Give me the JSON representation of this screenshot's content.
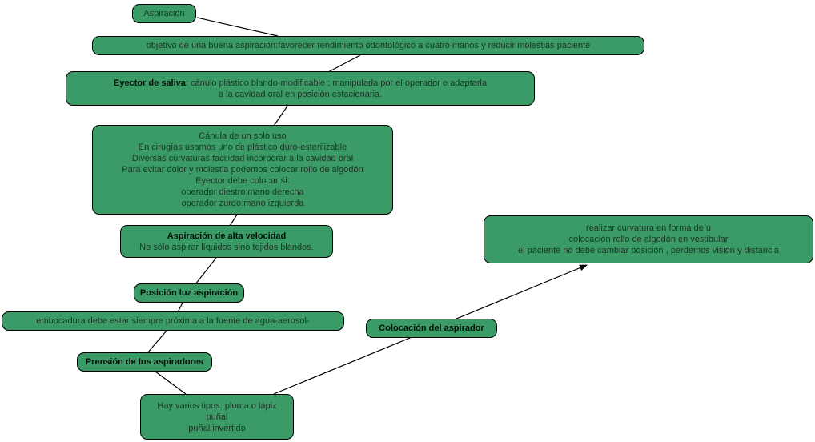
{
  "colors": {
    "node_fill": "#3a9b66",
    "node_border": "#000000",
    "connector": "#000000",
    "text": "#1b3527"
  },
  "nodes": {
    "aspiracion": {
      "label": "Aspiración"
    },
    "objetivo": {
      "label": "objetivo de una buena aspiración:favorecer rendimiento odontológico a cuatro manos y reducir molestias paciente"
    },
    "eyector": {
      "bold_label": "Eyector de saliva",
      "line1_rest": ": cánulo plástico blando-modificable ; manipulada por el operador e adaptarla",
      "line2": "a la cavidad oral en posición estacionaria."
    },
    "canula": {
      "lines": [
        "Cánula de un solo uso",
        "En cirugías usamos uno de plástico duro-esterilizable",
        "Diversas curvaturas facilidad incorporar a la cavidad oral",
        "Para evitar dolor y molestia podemos colocar rollo de algodón",
        "Eyector debe colocar si:",
        "operador diestro:mano derecha",
        "operador zurdo:mano izquierda"
      ]
    },
    "alta_velocidad": {
      "bold_label": "Aspiración de alta velocidad",
      "line2": "No sólo aspirar líquidos sino tejidos blandos."
    },
    "posicion_luz": {
      "label": "Posición luz aspiración"
    },
    "embocadura": {
      "label": "embocadura debe estar siempre próxima a la fuente de agua-aerosol-"
    },
    "prension": {
      "label": "Prensión de los aspiradores"
    },
    "colocacion": {
      "label": "Colocación del aspirador"
    },
    "realizar": {
      "lines": [
        "realizar curvatura en forma de u",
        "colocación rollo de algodón en vestibular",
        "el paciente no debe cambiar posición , perdemos visión y distancia"
      ]
    },
    "tipos": {
      "lines": [
        "Hay varios tipos: pluma o lápiz",
        "puñal",
        "puñal invertido"
      ]
    }
  }
}
